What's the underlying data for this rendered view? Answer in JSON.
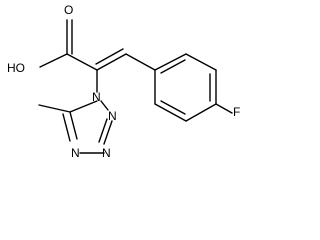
{
  "molecule": {
    "labels": {
      "hydroxyl": "HO",
      "carbonyl_oxygen": "O",
      "fluorine": "F",
      "tetrazole_n1": "N",
      "tetrazole_n2": "N",
      "tetrazole_n3": "N",
      "tetrazole_n4": "N"
    }
  }
}
